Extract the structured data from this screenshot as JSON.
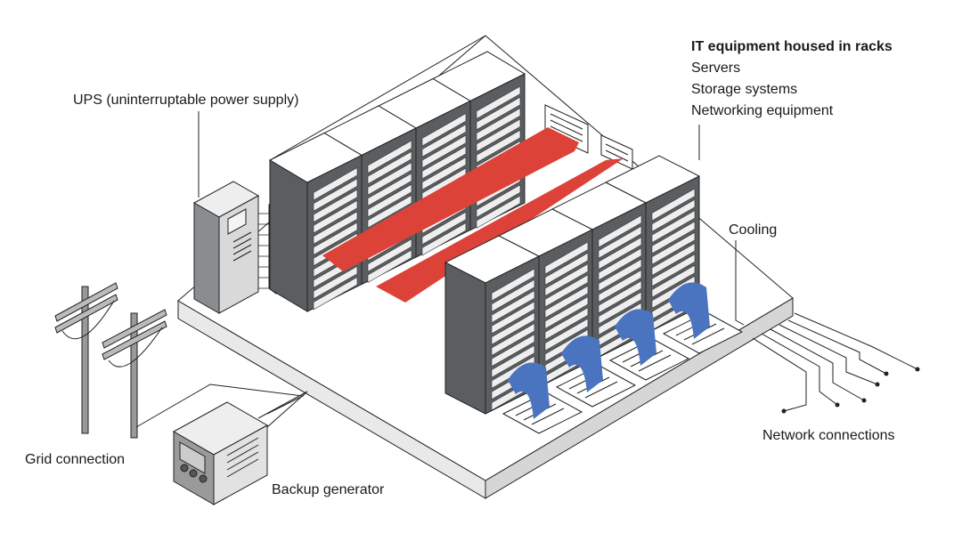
{
  "labels": {
    "ups": "UPS (uninterruptable power supply)",
    "it_title": "IT equipment housed in racks",
    "it_items": [
      "Servers",
      "Storage systems",
      "Networking equipment"
    ],
    "cooling": "Cooling",
    "network": "Network connections",
    "grid": "Grid connection",
    "generator": "Backup generator"
  },
  "colors": {
    "hot_air": "#dd4239",
    "cool_air": "#4a74c0",
    "rack": "#5b5e60",
    "ups": "#d9d9d9",
    "floor_edge": "#e9e9e9"
  }
}
